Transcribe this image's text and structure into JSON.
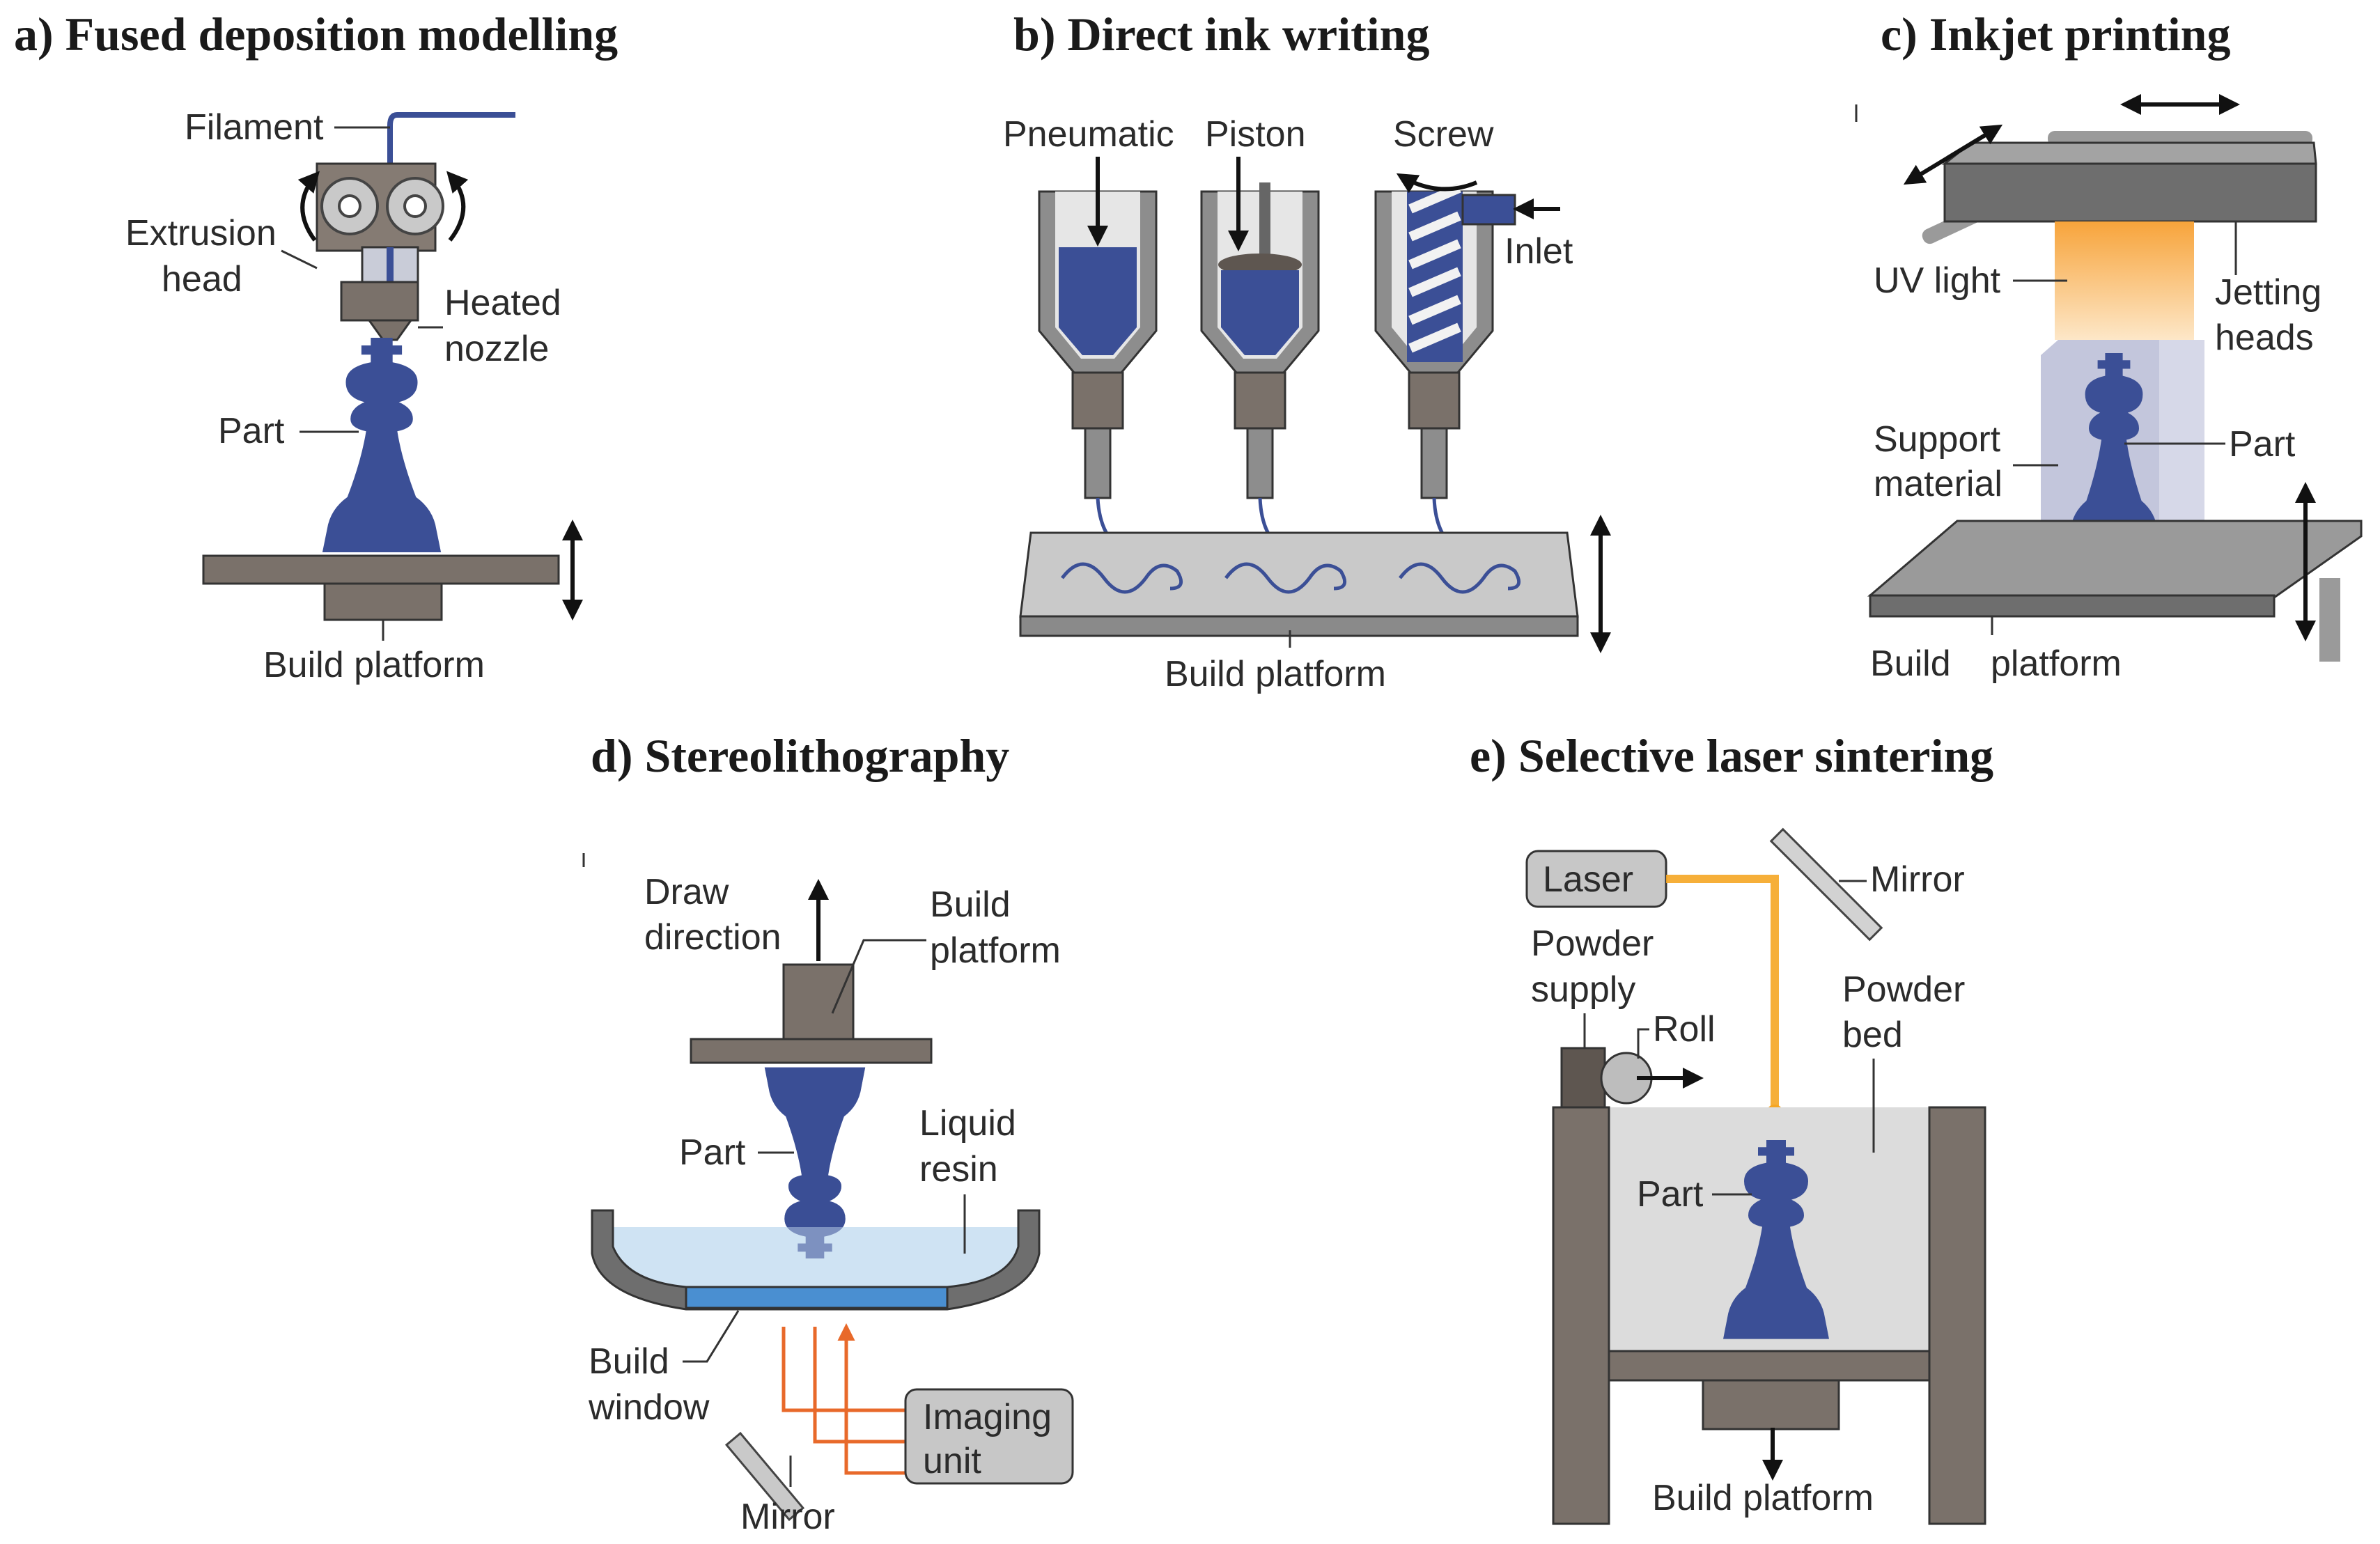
{
  "panels": {
    "a": {
      "title": "a) Fused deposition modelling",
      "labels": {
        "filament": "Filament",
        "extrusion": "Extrusion",
        "head": "head",
        "heated": "Heated",
        "nozzle": "nozzle",
        "part": "Part",
        "build_platform": "Build platform"
      }
    },
    "b": {
      "title": "b) Direct ink writing",
      "labels": {
        "pneumatic": "Pneumatic",
        "piston": "Piston",
        "screw": "Screw",
        "inlet": "Inlet",
        "build_platform": "Build platform"
      }
    },
    "c": {
      "title": "c) Inkjet printing",
      "labels": {
        "uv_light": "UV light",
        "jetting": "Jetting",
        "heads": "heads",
        "support": "Support",
        "material": "material",
        "part": "Part",
        "build": "Build",
        "platform": "platform"
      }
    },
    "d": {
      "title": "d) Stereolithography",
      "labels": {
        "draw": "Draw",
        "direction": "direction",
        "build": "Build",
        "platform": "platform",
        "part": "Part",
        "liquid": "Liquid",
        "resin": "resin",
        "build2": "Build",
        "window": "window",
        "imaging": "Imaging",
        "unit": "unit",
        "mirror": "Mirror"
      }
    },
    "e": {
      "title": "e) Selective laser sintering",
      "labels": {
        "laser": "Laser",
        "mirror": "Mirror",
        "powder": "Powder",
        "supply": "supply",
        "roll": "Roll",
        "powder2": "Powder",
        "bed": "bed",
        "part": "Part",
        "build_platform": "Build platform"
      }
    }
  },
  "colors": {
    "part_blue": "#3b4f96",
    "platform_gray": "#7a716a",
    "laser_orange": "#f5a623",
    "resin_blue": "#cfe3f3",
    "powder_gray": "#dcdcdc",
    "light_orange": "#f7b15a"
  }
}
